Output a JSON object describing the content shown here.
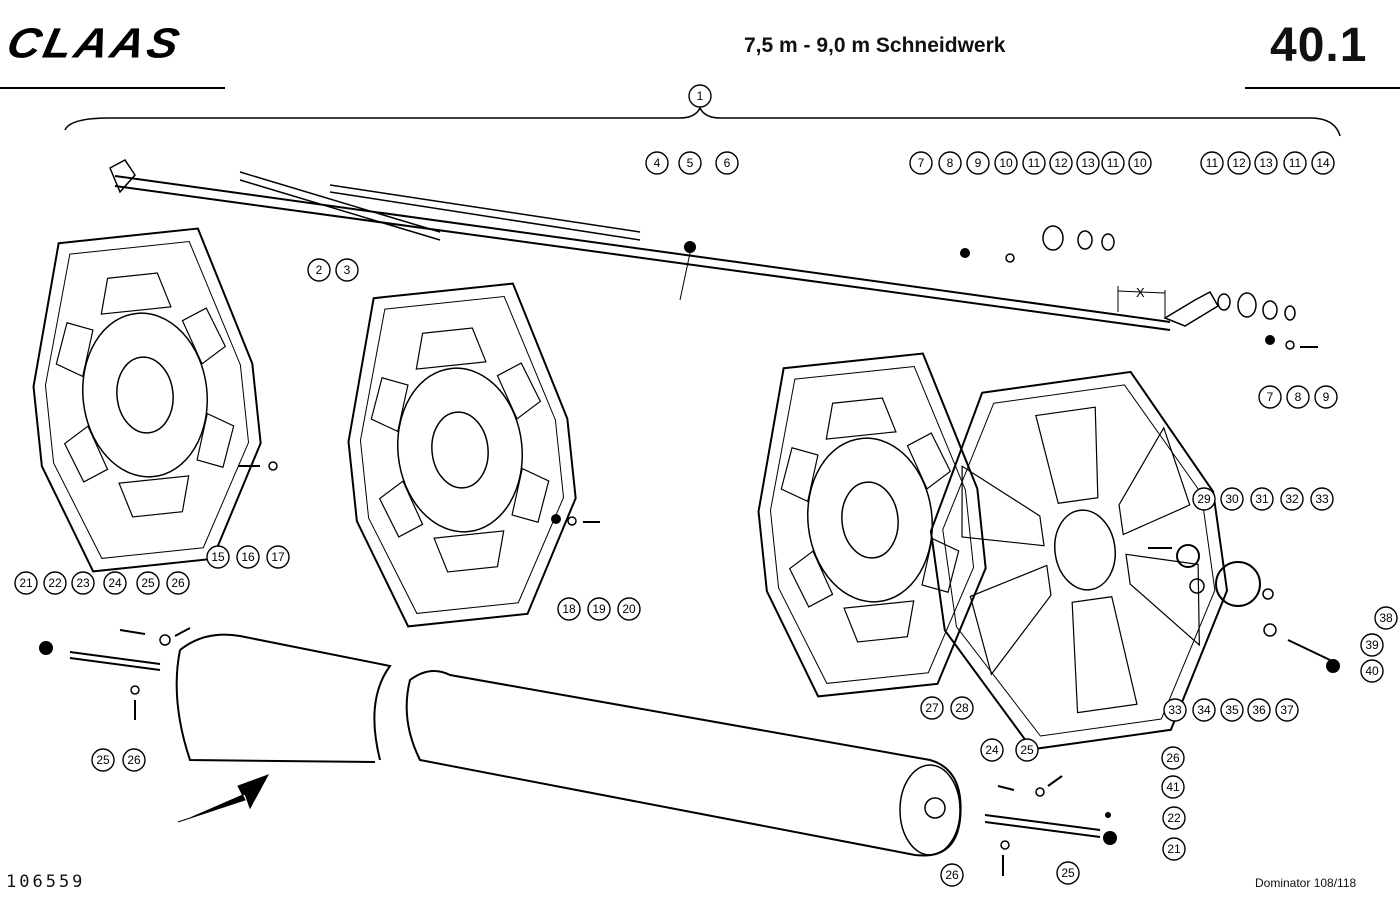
{
  "header": {
    "logo": "CLAAS",
    "title": "7,5 m - 9,0 m Schneidwerk",
    "page_number": "40.1"
  },
  "footer": {
    "doc_number": "106559",
    "model": "Dominator 108/118"
  },
  "dimension_label": "X",
  "callouts": [
    {
      "n": "1"
    },
    {
      "n": "2"
    },
    {
      "n": "3"
    },
    {
      "n": "4"
    },
    {
      "n": "5"
    },
    {
      "n": "6"
    },
    {
      "n": "7"
    },
    {
      "n": "8"
    },
    {
      "n": "9"
    },
    {
      "n": "10"
    },
    {
      "n": "11"
    },
    {
      "n": "12"
    },
    {
      "n": "13"
    },
    {
      "n": "11"
    },
    {
      "n": "10"
    },
    {
      "n": "11"
    },
    {
      "n": "12"
    },
    {
      "n": "13"
    },
    {
      "n": "11"
    },
    {
      "n": "14"
    },
    {
      "n": "7"
    },
    {
      "n": "8"
    },
    {
      "n": "9"
    },
    {
      "n": "15"
    },
    {
      "n": "16"
    },
    {
      "n": "17"
    },
    {
      "n": "18"
    },
    {
      "n": "19"
    },
    {
      "n": "20"
    },
    {
      "n": "21"
    },
    {
      "n": "22"
    },
    {
      "n": "23"
    },
    {
      "n": "24"
    },
    {
      "n": "25"
    },
    {
      "n": "26"
    },
    {
      "n": "25"
    },
    {
      "n": "26"
    },
    {
      "n": "27"
    },
    {
      "n": "28"
    },
    {
      "n": "29"
    },
    {
      "n": "30"
    },
    {
      "n": "31"
    },
    {
      "n": "32"
    },
    {
      "n": "33"
    },
    {
      "n": "38"
    },
    {
      "n": "39"
    },
    {
      "n": "40"
    },
    {
      "n": "33"
    },
    {
      "n": "34"
    },
    {
      "n": "35"
    },
    {
      "n": "36"
    },
    {
      "n": "37"
    },
    {
      "n": "24"
    },
    {
      "n": "25"
    },
    {
      "n": "26"
    },
    {
      "n": "41"
    },
    {
      "n": "22"
    },
    {
      "n": "21"
    },
    {
      "n": "26"
    },
    {
      "n": "25"
    }
  ]
}
